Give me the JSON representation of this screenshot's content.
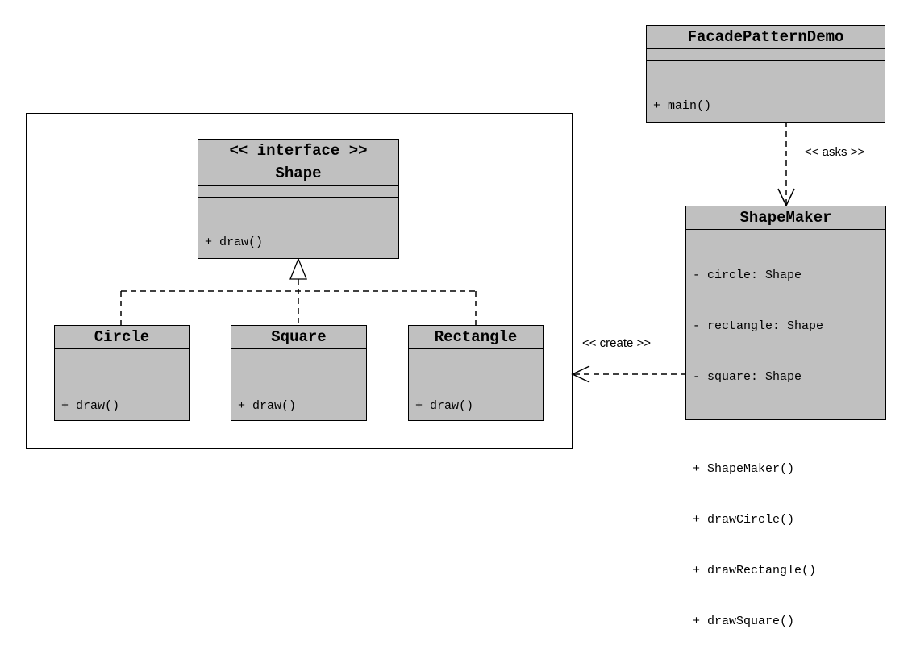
{
  "classes": {
    "facade_demo": {
      "name": "FacadePatternDemo",
      "methods": [
        "+ main()"
      ]
    },
    "shape": {
      "stereotype": "<< interface >>",
      "name": "Shape",
      "methods": [
        "+ draw()"
      ]
    },
    "shape_maker": {
      "name": "ShapeMaker",
      "attributes": [
        "- circle: Shape",
        "- rectangle: Shape",
        "- square: Shape"
      ],
      "methods": [
        "+ ShapeMaker()",
        "+ drawCircle()",
        "+ drawRectangle()",
        "+ drawSquare()"
      ]
    },
    "circle": {
      "name": "Circle",
      "methods": [
        "+ draw()"
      ]
    },
    "square": {
      "name": "Square",
      "methods": [
        "+ draw()"
      ]
    },
    "rectangle": {
      "name": "Rectangle",
      "methods": [
        "+ draw()"
      ]
    }
  },
  "relations": {
    "asks": "<< asks >>",
    "create": "<< create >>"
  }
}
